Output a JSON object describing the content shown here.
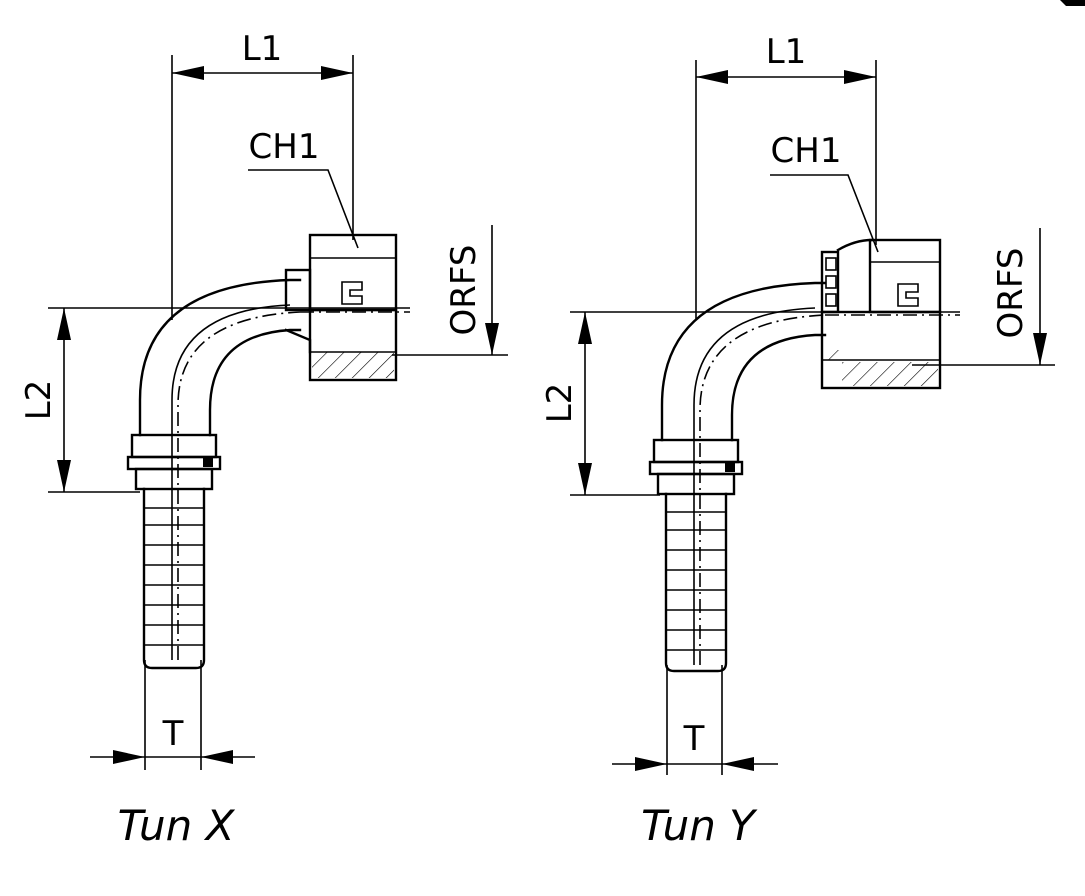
{
  "figures": [
    {
      "caption": "Tun X",
      "labels": {
        "l1": "L1",
        "l2": "L2",
        "ch1": "CH1",
        "orfs": "ORFS",
        "t": "T"
      }
    },
    {
      "caption": "Tun Y",
      "labels": {
        "l1": "L1",
        "l2": "L2",
        "ch1": "CH1",
        "orfs": "ORFS",
        "t": "T"
      }
    }
  ]
}
